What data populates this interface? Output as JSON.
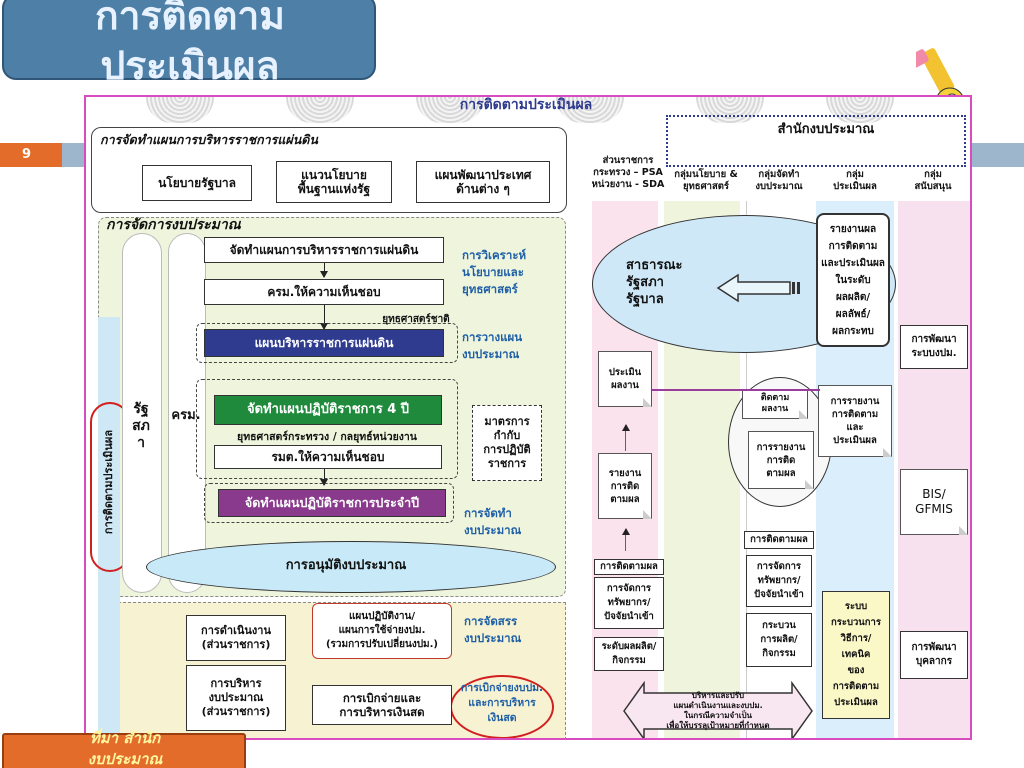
{
  "slide": {
    "title": "การติดตาม\nประเมินผล",
    "page_number": "9",
    "footer": "ที่มา สำนัก\nงบประมาณ"
  },
  "diagram": {
    "header": "การติดตามประเมินผล",
    "left_panel": {
      "title": "การจัดทำแผนการบริหารราชการแผ่นดิน",
      "policies": [
        "นโยบายรัฐบาล",
        "แนวนโยบาย\nพื้นฐานแห่งรัฐ",
        "แผนพัฒนาประเทศ\nด้านต่าง ๆ"
      ],
      "budget_section": "การจัดการงบประมาณ",
      "steps": [
        "จัดทำแผนการบริหารราชการแผ่นดิน",
        "ครม.ให้ความเห็นชอบ",
        "แผนบริหารราชการแผ่นดิน",
        "จัดทำแผนปฏิบัติราชการ 4 ปี",
        "รมต.ให้ความเห็นชอบ",
        "จัดทำแผนปฏิบัติราชการประจำปี",
        "การอนุมัติงบประมาณ"
      ],
      "strategy_national": "ยุทธศาสตร์ชาติ",
      "strategy_ministry": "ยุทธศาสตร์กระทรวง / กลยุทธ์หน่วยงาน",
      "ovals": [
        "รัฐสภา",
        "ครม."
      ],
      "vertical_label": "การติดตามประเมินผล",
      "side_labels": [
        "การวิเคราะห์\nนโยบายและ\nยุทธศาสตร์",
        "การวางแผน\nงบประมาณ",
        "การจัดทำ\nงบประมาณ",
        "การจัดสรร\nงบประมาณ",
        "การเบิกจ่ายงบปม.\nและการบริหาร\nเงินสด"
      ],
      "control_box": "มาตรการ\nกำกับ\nการปฏิบัติ\nราชการ",
      "ops": [
        "การดำเนินงาน\n(ส่วนราชการ)",
        "การบริหาร\nงบประมาณ\n(ส่วนราชการ)"
      ],
      "plans": [
        "แผนปฏิบัติงาน/\nแผนการใช้จ่ายงปม.\n(รวมการปรับเปลี่ยนงปม.)",
        "การเบิกจ่ายและ\nการบริหารเงินสด"
      ]
    },
    "right_panel": {
      "office": "สำนักงบประมาณ",
      "columns": [
        "ส่วนราชการ\nกระทรวง – PSA\nหน่วยงาน - SDA",
        "กลุ่มนโยบาย &\nยุทธศาสตร์",
        "กลุ่มจัดทำ\nงบประมาณ",
        "กลุ่ม\nประเมินผล",
        "กลุ่ม\nสนับสนุน"
      ],
      "public": "สาธารณะ\nรัฐสภา\nรัฐบาล",
      "report_box": "รายงานผล\nการติดตาม\nและประเมินผล\nในระดับ\nผลผลิต/\nผลลัพธ์/\nผลกระทบ",
      "notes": [
        "ประเมิน\nผลงาน",
        "รายงาน\nการติด\nตามผล",
        "ติดตาม\nผลงาน",
        "การรายงาน\nการติด\nตามผล",
        "การรายงาน\nการติดตาม\nและ\nประเมินผล"
      ],
      "lower": [
        "การติดตามผล",
        "การจัดการ\nทรัพยากร/\nปัจจัยนำเข้า",
        "ระดับผลผลิต/\nกิจกรรม",
        "การติดตามผล",
        "การจัดการ\nทรัพยากร/\nปัจจัยนำเข้า",
        "กระบวน\nการผลิต/\nกิจกรรม"
      ],
      "support": [
        "การพัฒนา\nระบบงปม.",
        "BIS/\nGFMIS",
        "การพัฒนา\nบุคลากร"
      ],
      "eval_process": "ระบบ\nกระบวนการ\nวิธีการ/\nเทคนิค\nของ\nการติดตาม\nประเมินผล",
      "bottom_arrow": "บริหารและปรับ\nแผนดำเนินงานและงบปม.\nในกรณีความจำเป็น\nเพื่อให้บรรลุเป้าหมายที่กำหนด"
    }
  },
  "colors": {
    "title_box": "#4e7fa6",
    "accent_orange": "#e36c2b",
    "frame_pink": "#d94cc0",
    "plan_navy": "#2e3b8f",
    "plan_green": "#1f8a3b",
    "plan_purple": "#8a3a8c",
    "label_blue": "#1f5fa8",
    "oval_red": "#d21f1f"
  }
}
